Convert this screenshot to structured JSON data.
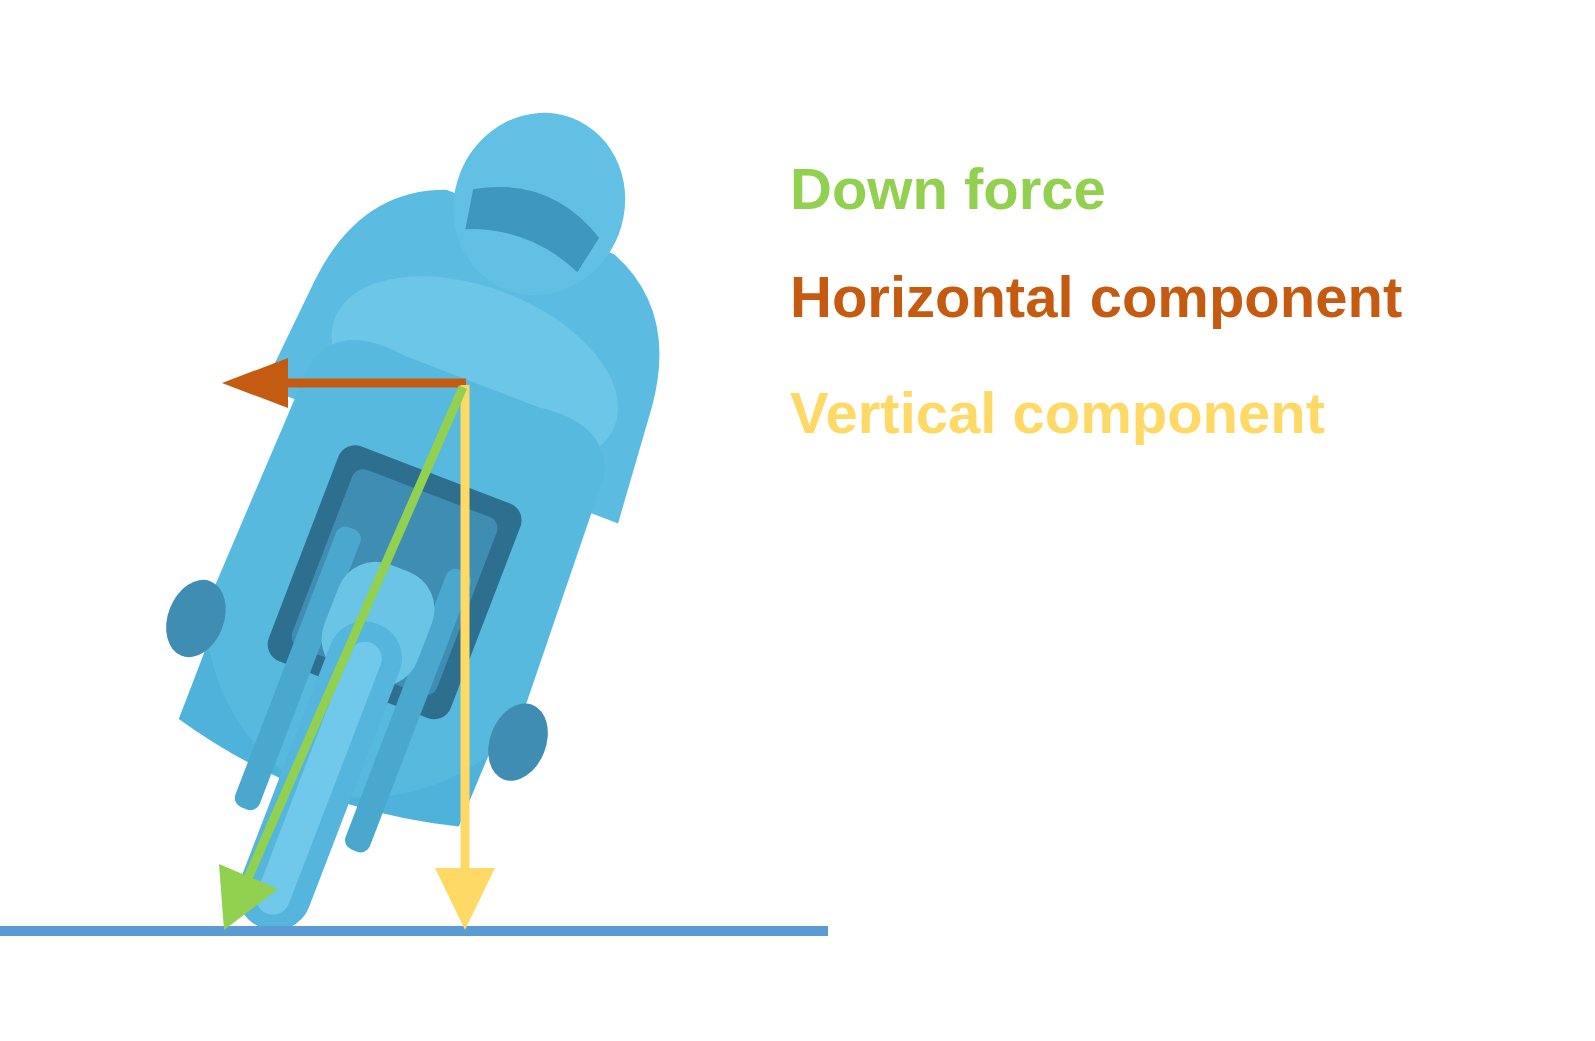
{
  "diagram": {
    "legend": [
      {
        "text": "Down force"
      },
      {
        "text": "Horizontal component"
      },
      {
        "text": "Vertical component"
      }
    ]
  }
}
